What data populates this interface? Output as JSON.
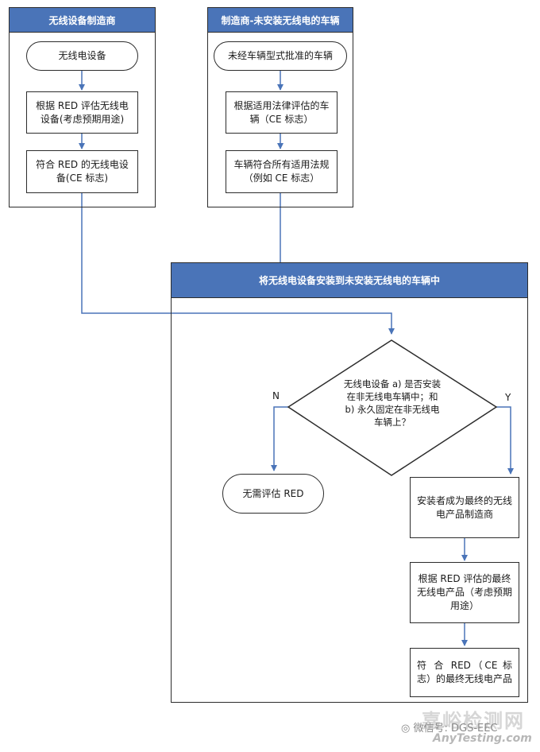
{
  "lanes": {
    "manufacturer": {
      "title": "无线设备制造商",
      "start": "无线电设备",
      "step1": "根据 RED 评估无线电设备(考虑预期用途)",
      "step2": "符合 RED 的无线电设备(CE 标志)"
    },
    "vehicle": {
      "title": "制造商-未安装无线电的车辆",
      "start": "未经车辆型式批准的车辆",
      "step1": "根据适用法律评估的车辆（CE 标志）",
      "step2": "车辆符合所有适用法规（例如 CE 标志）"
    },
    "install": {
      "title": "将无线电设备安装到未安装无线电的车辆中",
      "decision": "无线电设备 a) 是否安装在非无线电车辆中；和 b) 永久固定在非无线电车辆上？",
      "no_label": "N",
      "yes_label": "Y",
      "no_result": "无需评估 RED",
      "yes_step1": "安装者成为最终的无线电产品制造商",
      "yes_step2": "根据 RED 评估的最终无线电产品（考虑预期用途）",
      "yes_step3": "符 合 RED（CE 标 志）的最终无线电产品"
    }
  },
  "watermark": {
    "site_cn": "嘉峪检测网",
    "site_en": "AnyTesting.com",
    "wechat": "微信号: DGS-EEC"
  },
  "colors": {
    "header": "#4a74b8",
    "arrow": "#4a74b8",
    "border": "#2c2c2c"
  }
}
